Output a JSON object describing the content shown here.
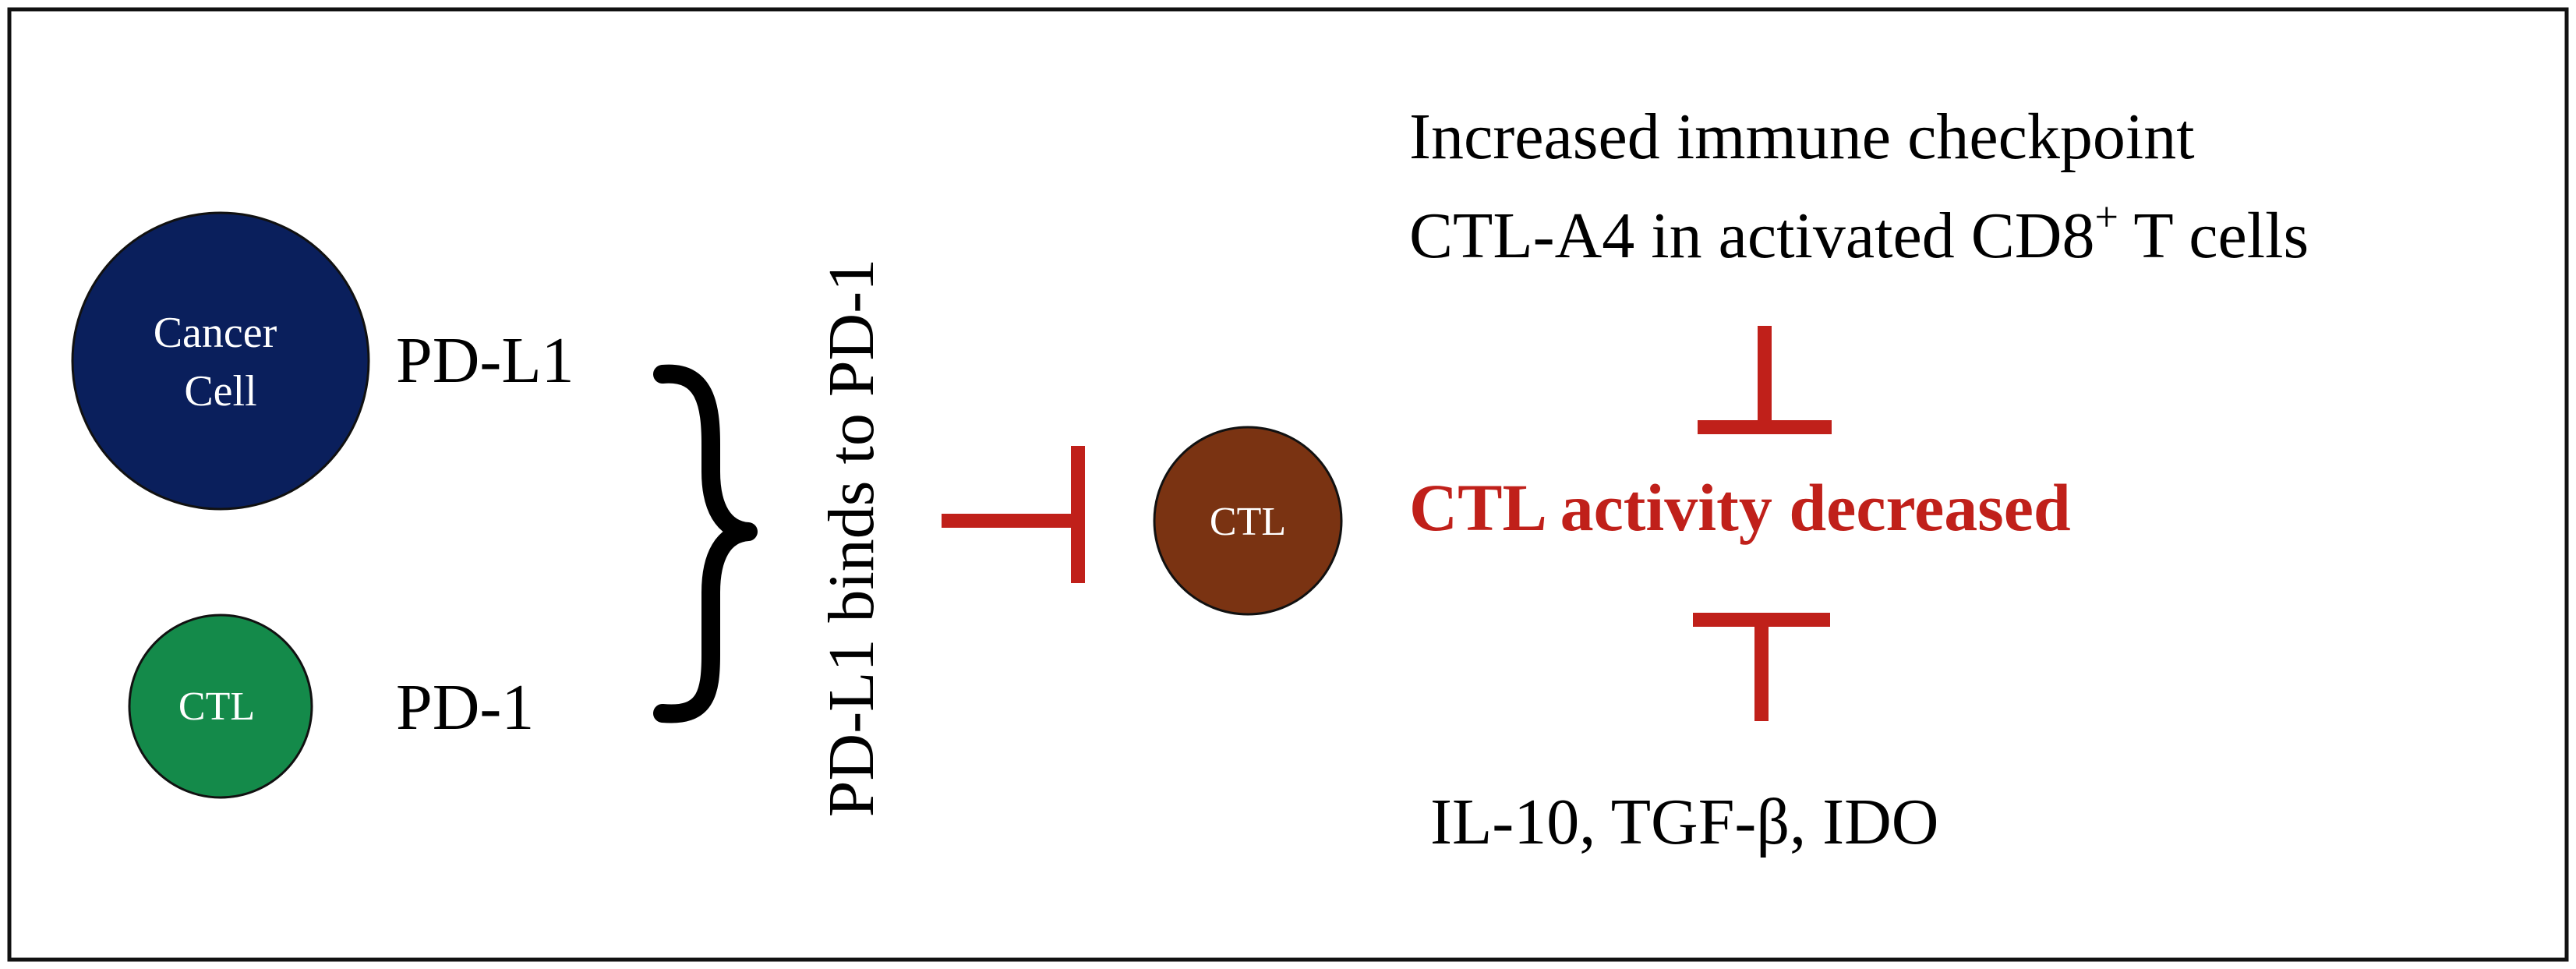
{
  "cells": {
    "cancer_cell": {
      "line1": "Cancer",
      "line2": "Cell",
      "color": "#0a1f5c"
    },
    "ctl_small": {
      "label": "CTL",
      "color": "#148a4a"
    },
    "ctl_center": {
      "label": "CTL",
      "color": "#7a3312"
    }
  },
  "labels": {
    "pdl1": "PD-L1",
    "pd1": "PD-1",
    "binding": "PD-L1 binds to PD-1",
    "checkpoint_line1": "Increased immune checkpoint",
    "checkpoint_line2_pre": "CTL-A4 in activated CD8",
    "checkpoint_line2_sup": "+",
    "checkpoint_line2_post": " T cells",
    "outcome": "CTL activity decreased",
    "inhibitors": "IL-10, TGF-β, IDO"
  },
  "colors": {
    "inhibit": "#c0201a",
    "outcome_text": "#c0201a",
    "text": "#000000",
    "frame": "#111111"
  }
}
